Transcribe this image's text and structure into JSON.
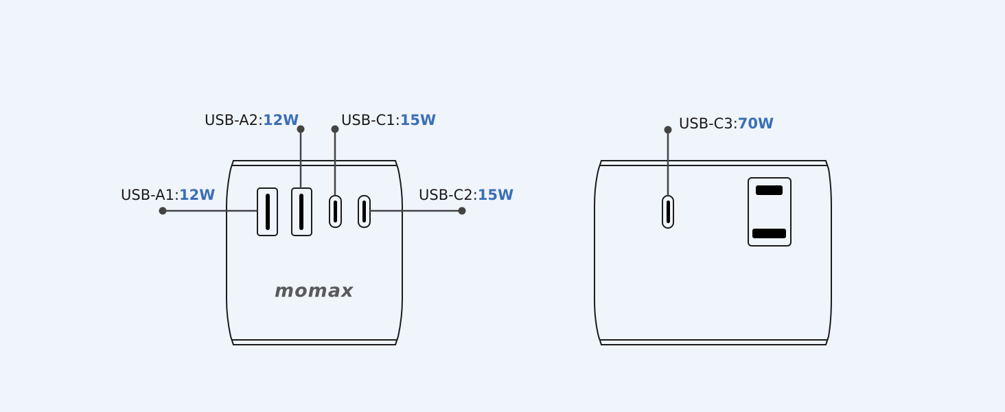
{
  "diagram": {
    "title": "Charger port layout",
    "colors": {
      "background": "#f0f4fb",
      "outline": "#1a1a1a",
      "leader": "#444444",
      "wattage": "#3b6fb6",
      "brand": "#5a5a5a"
    },
    "front_view": {
      "brand": "momax",
      "ports": [
        {
          "id": "a1",
          "name": "USB-A1:",
          "watts": "12W",
          "type": "USB-A"
        },
        {
          "id": "a2",
          "name": "USB-A2:",
          "watts": "12W",
          "type": "USB-A"
        },
        {
          "id": "c1",
          "name": "USB-C1:",
          "watts": "15W",
          "type": "USB-C"
        },
        {
          "id": "c2",
          "name": "USB-C2:",
          "watts": "15W",
          "type": "USB-C"
        }
      ]
    },
    "side_view": {
      "ports": [
        {
          "id": "c3",
          "name": "USB-C3:",
          "watts": "70W",
          "type": "USB-C"
        }
      ],
      "plug": "AC plug"
    }
  }
}
